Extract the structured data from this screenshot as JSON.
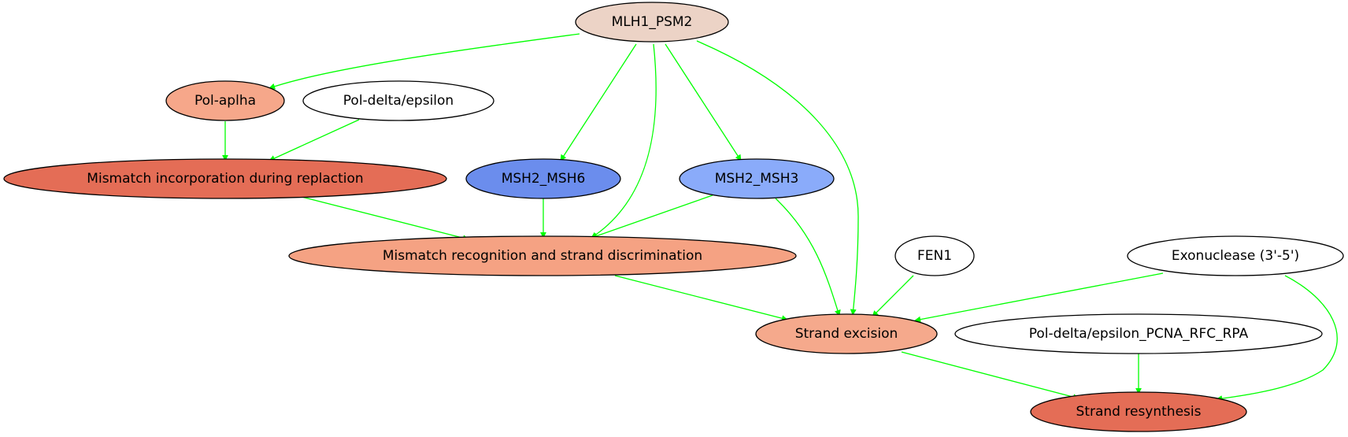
{
  "diagram": {
    "edge_color": "#00ff00",
    "node_stroke": "#000000",
    "nodes": [
      {
        "id": "mlh1",
        "label": "MLH1_PSM2",
        "fill": "#ecd3c6"
      },
      {
        "id": "polaplha",
        "label": "Pol-aplha",
        "fill": "#f6a78a"
      },
      {
        "id": "poldelta",
        "label": "Pol-delta/epsilon",
        "fill": "#ffffff"
      },
      {
        "id": "mismatch_inc",
        "label": "Mismatch incorporation during replaction",
        "fill": "#e46d56"
      },
      {
        "id": "msh2msh6",
        "label": "MSH2_MSH6",
        "fill": "#6b8ded"
      },
      {
        "id": "msh2msh3",
        "label": "MSH2_MSH3",
        "fill": "#8aabfa"
      },
      {
        "id": "mismatch_rec",
        "label": "Mismatch recognition and strand discrimination",
        "fill": "#f5a283"
      },
      {
        "id": "fen1",
        "label": "FEN1",
        "fill": "#ffffff"
      },
      {
        "id": "exonuclease",
        "label": "Exonuclease (3'-5')",
        "fill": "#ffffff"
      },
      {
        "id": "strand_exc",
        "label": "Strand excision",
        "fill": "#f5a98c"
      },
      {
        "id": "poldelta_pcna",
        "label": "Pol-delta/epsilon_PCNA_RFC_RPA",
        "fill": "#ffffff"
      },
      {
        "id": "strand_res",
        "label": "Strand resynthesis",
        "fill": "#e46d56"
      }
    ],
    "edges": [
      {
        "id": "e1",
        "from": "mlh1",
        "to": "polaplha"
      },
      {
        "id": "e2",
        "from": "mlh1",
        "to": "msh2msh6"
      },
      {
        "id": "e3",
        "from": "mlh1",
        "to": "mismatch_rec"
      },
      {
        "id": "e4",
        "from": "mlh1",
        "to": "msh2msh3"
      },
      {
        "id": "e5",
        "from": "mlh1",
        "to": "strand_exc"
      },
      {
        "id": "e6",
        "from": "polaplha",
        "to": "mismatch_inc"
      },
      {
        "id": "e7",
        "from": "poldelta",
        "to": "mismatch_inc"
      },
      {
        "id": "e8",
        "from": "mismatch_inc",
        "to": "mismatch_rec"
      },
      {
        "id": "e9",
        "from": "msh2msh6",
        "to": "mismatch_rec"
      },
      {
        "id": "e10",
        "from": "msh2msh3",
        "to": "mismatch_rec"
      },
      {
        "id": "e11",
        "from": "msh2msh3",
        "to": "strand_exc"
      },
      {
        "id": "e12",
        "from": "mismatch_rec",
        "to": "strand_exc"
      },
      {
        "id": "e13",
        "from": "fen1",
        "to": "strand_exc"
      },
      {
        "id": "e14",
        "from": "exonuclease",
        "to": "strand_exc"
      },
      {
        "id": "e15",
        "from": "exonuclease",
        "to": "strand_res"
      },
      {
        "id": "e16",
        "from": "strand_exc",
        "to": "strand_res"
      },
      {
        "id": "e17",
        "from": "poldelta_pcna",
        "to": "strand_res"
      }
    ]
  }
}
